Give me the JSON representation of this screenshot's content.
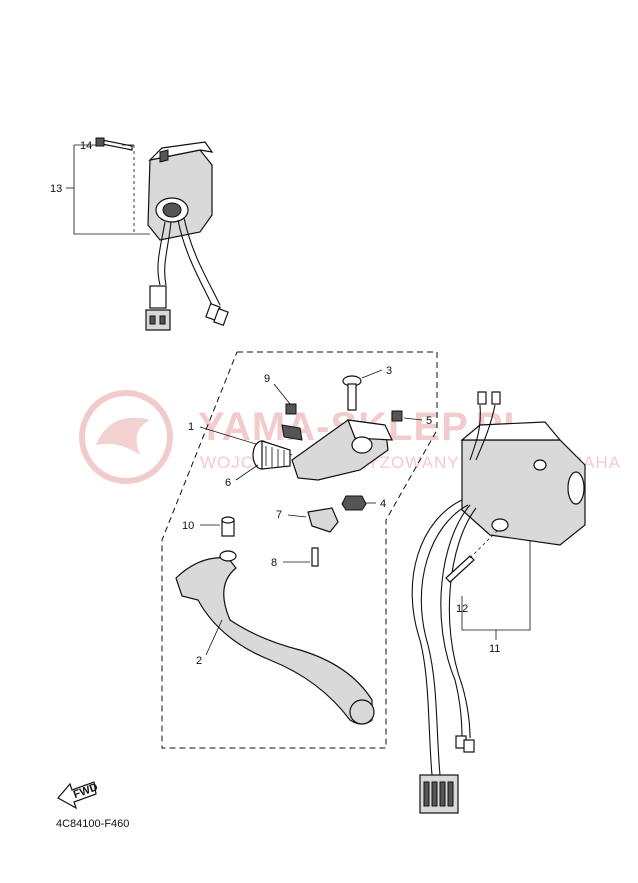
{
  "watermark": {
    "brand": "YAMA-SKLEP.PL",
    "tagline": "WOJCIECH AUTORYZOWANY DEALER YAMAHA",
    "accent_color": "#e8a3a3"
  },
  "diagram_code": "4C84100-F460",
  "fwd_label": "FWD",
  "callouts": {
    "c1": "1",
    "c2": "2",
    "c3": "3",
    "c4": "4",
    "c5": "5",
    "c6": "6",
    "c7": "7",
    "c8": "8",
    "c9": "9",
    "c10": "10",
    "c11": "11",
    "c12": "12",
    "c13": "13",
    "c14": "14"
  },
  "colors": {
    "line": "#111111",
    "part_shade": "#d9d9d9"
  }
}
